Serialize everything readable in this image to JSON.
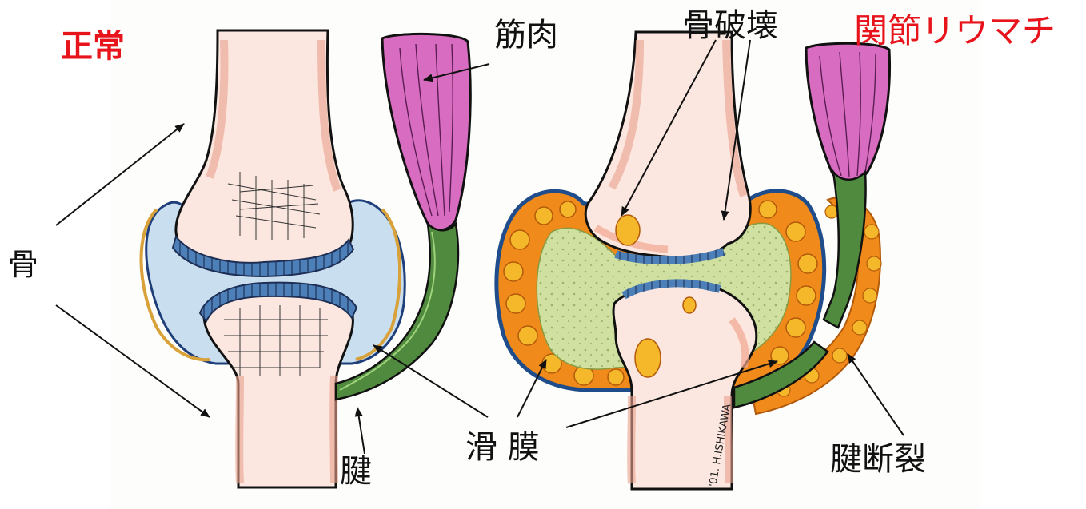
{
  "titles": {
    "normal": "正常",
    "ra": "関節リウマチ"
  },
  "labels": {
    "bone": "骨",
    "muscle": "筋肉",
    "tendon": "腱",
    "synovium": "滑 膜",
    "bone_destruction": "骨破壊",
    "tendon_rupture": "腱断裂"
  },
  "signature": "'01. H.ISHIKAWA",
  "colors": {
    "title_red": "#e8141c",
    "bone_fill": "#fbe7df",
    "bone_shadow": "#e9a08c",
    "cartilage": "#4d7fb8",
    "synovial_fluid": "#c9dff0",
    "capsule_gold": "#d9a13a",
    "muscle": "#d86cc0",
    "tendon": "#4f8a3e",
    "inflamed_synovium": "#f08a1a",
    "inflamed_nodule": "#f5b82a",
    "rheum_fluid": "#cfe0a0",
    "capsule_blue": "#1f4d8c"
  }
}
